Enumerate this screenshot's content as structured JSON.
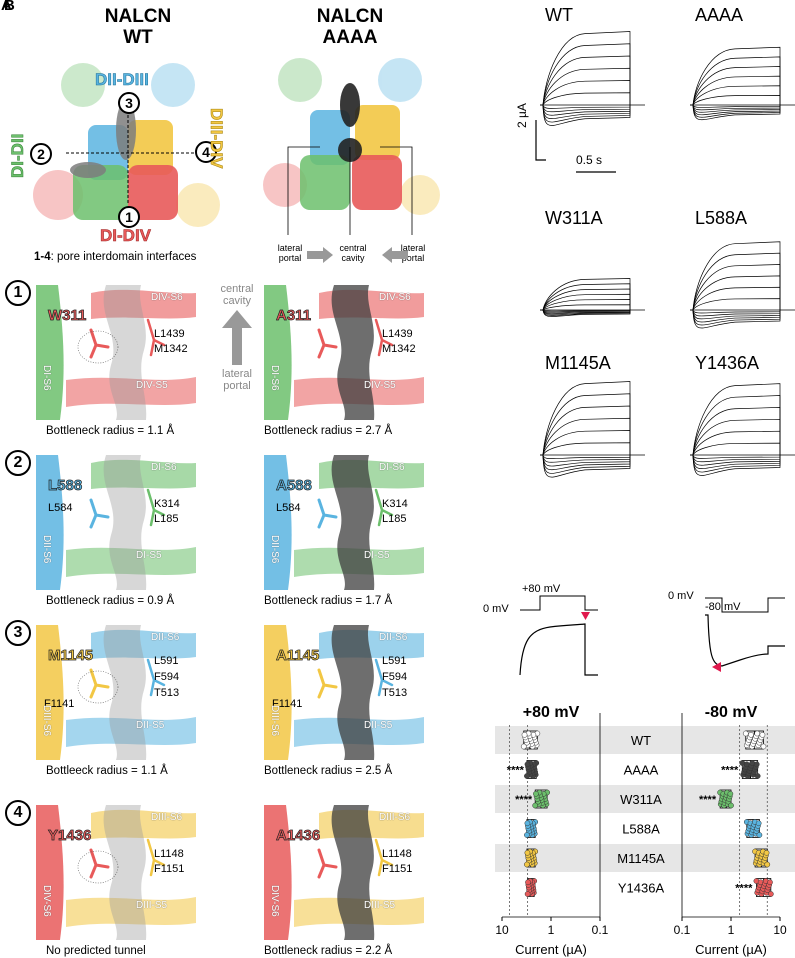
{
  "panel_letters": [
    "A",
    "B"
  ],
  "structures": {
    "wt_title_1": "NALCN",
    "wt_title_2": "WT",
    "aaaa_title_1": "NALCN",
    "aaaa_title_2": "AAAA",
    "interfaces": {
      "di_dii": "DI-DII",
      "dii_diii": "DII-DIII",
      "diii_div": "DIII-DIV",
      "di_div": "DI-DIV"
    },
    "interface_numbers": [
      "1",
      "2",
      "3",
      "4"
    ],
    "interfaces_note_bold": "1-4",
    "interfaces_note": ": pore interdomain interfaces",
    "lateral_portal": "lateral portal",
    "central_cavity": "central cavity",
    "central_cavity_arrow": "central cavity",
    "lateral_portal_arrow": "lateral portal"
  },
  "rows": [
    {
      "num": "1",
      "wt_residue": "W311",
      "aaaa_residue": "A311",
      "labels": [
        "L1439",
        "M1342"
      ],
      "helices": [
        "DI-S6",
        "DIV-S6",
        "DIV-S5"
      ],
      "wt_caption": "Bottleneck radius = 1.1 Å",
      "aaaa_caption": "Bottleneck radius = 2.7 Å",
      "color": "#e85a5a"
    },
    {
      "num": "2",
      "wt_residue": "L588",
      "aaaa_residue": "A588",
      "labels": [
        "K314",
        "L185",
        "L584"
      ],
      "helices": [
        "DII-S6",
        "DI-S6",
        "DI-S5"
      ],
      "wt_caption": "Bottleneck radius = 0.9 Å",
      "aaaa_caption": "Bottleneck radius = 1.7 Å",
      "color": "#5ab4e0"
    },
    {
      "num": "3",
      "wt_residue": "M1145",
      "aaaa_residue": "A1145",
      "labels": [
        "L591",
        "F594",
        "T513",
        "F1141"
      ],
      "helices": [
        "DIII-S6",
        "DII-S6",
        "DII-S5"
      ],
      "wt_caption": "Bottleeck radius = 1.1 Å",
      "aaaa_caption": "Bottleneck radius = 2.5 Å",
      "color": "#f2c744"
    },
    {
      "num": "4",
      "wt_residue": "Y1436",
      "aaaa_residue": "A1436",
      "labels": [
        "L1148",
        "F1151"
      ],
      "helices": [
        "DIV-S6",
        "DIII-S6",
        "DIII-S5"
      ],
      "wt_caption": "No predicted tunnel",
      "aaaa_caption": "Bottleneck radius = 2.2 Å",
      "color": "#e85a5a"
    }
  ],
  "traces": {
    "names": [
      "WT",
      "AAAA",
      "W311A",
      "L588A",
      "M1145A",
      "Y1436A"
    ],
    "scale_current": "2 µA",
    "scale_time": "0.5 s"
  },
  "protocols": {
    "pos": {
      "baseline": "0 mV",
      "step": "+80 mV"
    },
    "neg": {
      "baseline": "0 mV",
      "step": "-80 mV"
    }
  },
  "chart_data": [
    {
      "type": "scatter",
      "title": "+80 mV",
      "xlabel": "Current (µA)",
      "x_scale": "log",
      "x_reversed": true,
      "xlim": [
        10,
        0.1
      ],
      "xticks": [
        "10",
        "1",
        "0.1"
      ],
      "categories": [
        "WT",
        "AAAA",
        "W311A",
        "L588A",
        "M1145A",
        "Y1436A"
      ],
      "medians": [
        2.7,
        2.5,
        1.6,
        2.5,
        2.6,
        2.6
      ],
      "box_ranges": [
        [
          1.9,
          3.6
        ],
        [
          2.0,
          3.1
        ],
        [
          1.2,
          2.1
        ],
        [
          2.1,
          3.1
        ],
        [
          2.1,
          3.1
        ],
        [
          2.2,
          3.0
        ]
      ],
      "significance": [
        "",
        "****",
        "****",
        "",
        "",
        ""
      ],
      "dashed_lines": [
        3.0,
        7.0
      ]
    },
    {
      "type": "scatter",
      "title": "-80 mV",
      "xlabel": "Current (µA)",
      "x_scale": "log",
      "xlim": [
        0.1,
        10
      ],
      "xticks": [
        "0.1",
        "1",
        "10"
      ],
      "categories": [
        "WT",
        "AAAA",
        "W311A",
        "L588A",
        "M1145A",
        "Y1436A"
      ],
      "medians": [
        3.0,
        2.5,
        0.8,
        2.8,
        4.2,
        4.6
      ],
      "box_ranges": [
        [
          2.0,
          4.6
        ],
        [
          1.7,
          3.5
        ],
        [
          0.6,
          1.0
        ],
        [
          2.1,
          3.8
        ],
        [
          3.1,
          5.5
        ],
        [
          3.3,
          6.5
        ]
      ],
      "significance": [
        "",
        "****",
        "****",
        "",
        "",
        "****"
      ],
      "dashed_lines": [
        1.5,
        5.5
      ]
    }
  ],
  "colors": {
    "green": "#6cbf6c",
    "blue": "#5ab4e0",
    "yellow": "#f2c744",
    "red": "#e85a5a",
    "gray": "#7d7d7d",
    "marker": "#e0194d"
  }
}
